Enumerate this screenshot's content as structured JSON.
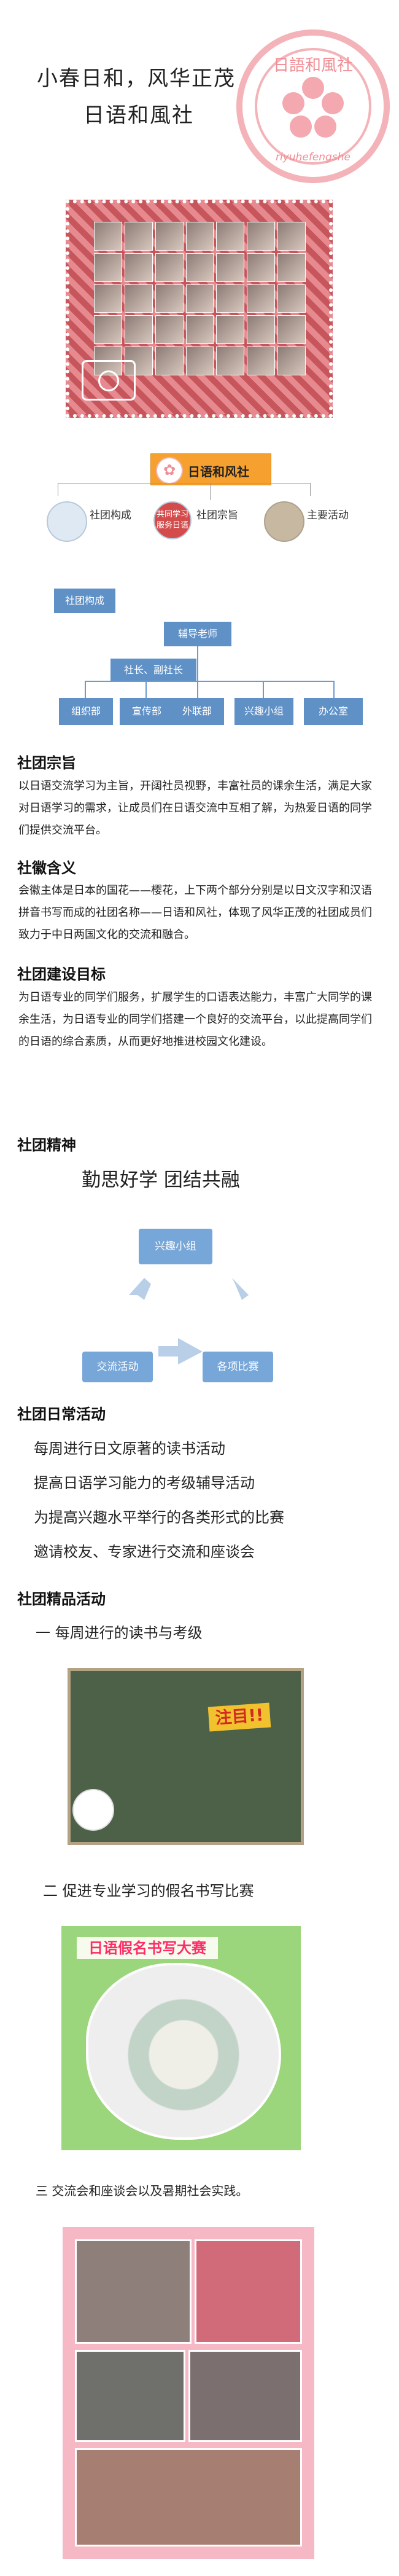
{
  "header": {
    "title_line1": "小春日和，风华正茂",
    "title_line2": "日语和風社",
    "seal_top": "日語和風社",
    "seal_bottom": "riyuhefengshe"
  },
  "org_chart_top": {
    "logo_text": "日语和风社",
    "items": [
      {
        "label": "社团构成",
        "icon": "structure-icon"
      },
      {
        "label": "社团宗旨",
        "icon_text": "共同学习\n服务日语"
      },
      {
        "label": "主要活动",
        "icon": "activity-photo-icon"
      }
    ]
  },
  "composition": {
    "title": "社团构成",
    "advisor": "辅导老师",
    "leaders": "社长、副社长",
    "departments": [
      "组织部",
      "宣传部",
      "外联部",
      "兴趣小组",
      "办公室"
    ]
  },
  "purpose": {
    "title": "社团宗旨",
    "text": "以日语交流学习为主旨，开阔社员视野，丰富社员的课余生活，满足大家对日语学习的需求，让成员们在日语交流中互相了解，为热爱日语的同学们提供交流平台。"
  },
  "emblem": {
    "title": "社徽含义",
    "text": "会徽主体是日本的国花——樱花，上下两个部分分别是以日文汉字和汉语拼音书写而成的社团名称——日语和风社，体现了风华正茂的社团成员们致力于中日两国文化的交流和融合。"
  },
  "goal": {
    "title": "社团建设目标",
    "text": "为日语专业的同学们服务，扩展学生的口语表达能力，丰富广大同学的课余生活，为日语专业的同学们搭建一个良好的交流平台，以此提高同学们的日语的综合素质，从而更好地推进校园文化建设。"
  },
  "spirit": {
    "title": "社团精神",
    "motto": "勤思好学  团结共融",
    "cycle": [
      "兴趣小组",
      "交流活动",
      "各项比赛"
    ]
  },
  "daily": {
    "title": "社团日常活动",
    "items": [
      "每周进行日文原著的读书活动",
      "提高日语学习能力的考级辅导活动",
      "为提高兴趣水平举行的各类形式的比赛",
      "邀请校友、专家进行交流和座谈会"
    ]
  },
  "featured": {
    "title": "社团精品活动",
    "items": [
      {
        "label": "一  每周进行的读书与考级",
        "badge": "注目!!"
      },
      {
        "label": "二  促进专业学习的假名书写比赛",
        "badge": "日语假名书写大赛"
      },
      {
        "label": "三  交流会和座谈会以及暑期社会实践。"
      }
    ]
  }
}
